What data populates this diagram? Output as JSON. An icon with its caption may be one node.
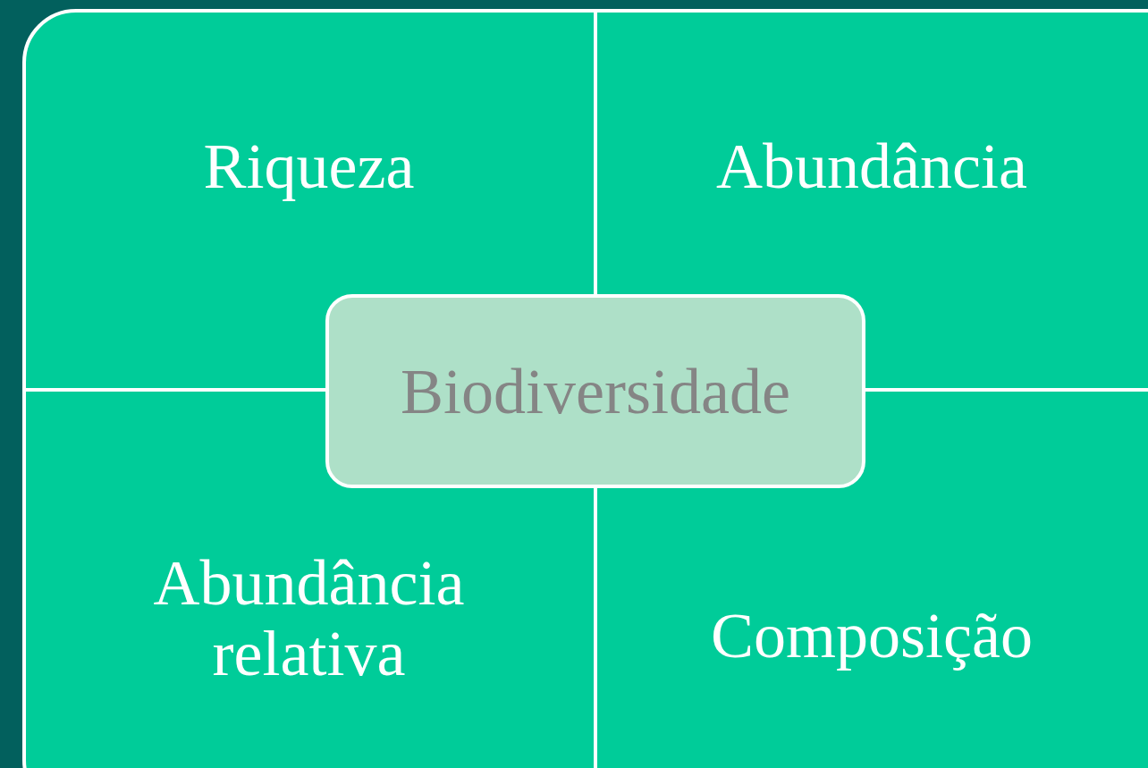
{
  "diagram": {
    "nodes": [
      {
        "text": [
          "Riqueza"
        ]
      },
      {
        "text": [
          "Abundância"
        ]
      },
      {
        "text": [
          "Abundância relativa"
        ]
      },
      {
        "text": [
          "Composição"
        ]
      },
      {
        "text": [
          "Biodiversidade"
        ]
      }
    ]
  }
}
